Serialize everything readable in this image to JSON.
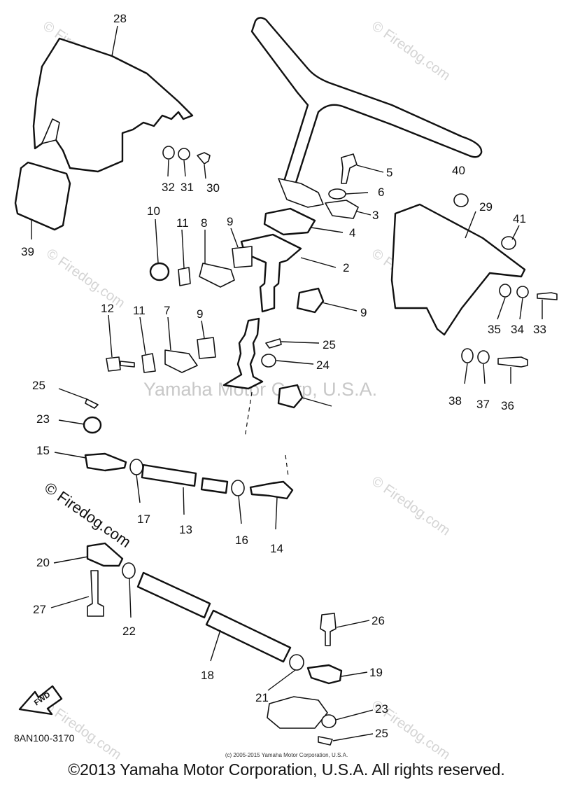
{
  "diagram": {
    "code": "8AN100-3170",
    "front_arrow_label": "FWD",
    "center_watermark": "Yamaha Motor Corp, U.S.A.",
    "watermark": "© Firedog.com",
    "small_credit": "(c) 2005-2015 Yamaha Motor Corporation, U.S.A.",
    "copyright": "©2013 Yamaha Motor Corporation, U.S.A. All rights reserved.",
    "callouts": [
      "28",
      "5",
      "6",
      "3",
      "4",
      "2",
      "40",
      "29",
      "41",
      "32",
      "31",
      "30",
      "39",
      "10",
      "11",
      "8",
      "9",
      "9",
      "12",
      "11",
      "7",
      "9",
      "25",
      "24",
      "35",
      "34",
      "33",
      "38",
      "37",
      "36",
      "25",
      "23",
      "15",
      "17",
      "13",
      "16",
      "14",
      "20",
      "27",
      "22",
      "26",
      "18",
      "19",
      "21",
      "23",
      "25"
    ]
  }
}
